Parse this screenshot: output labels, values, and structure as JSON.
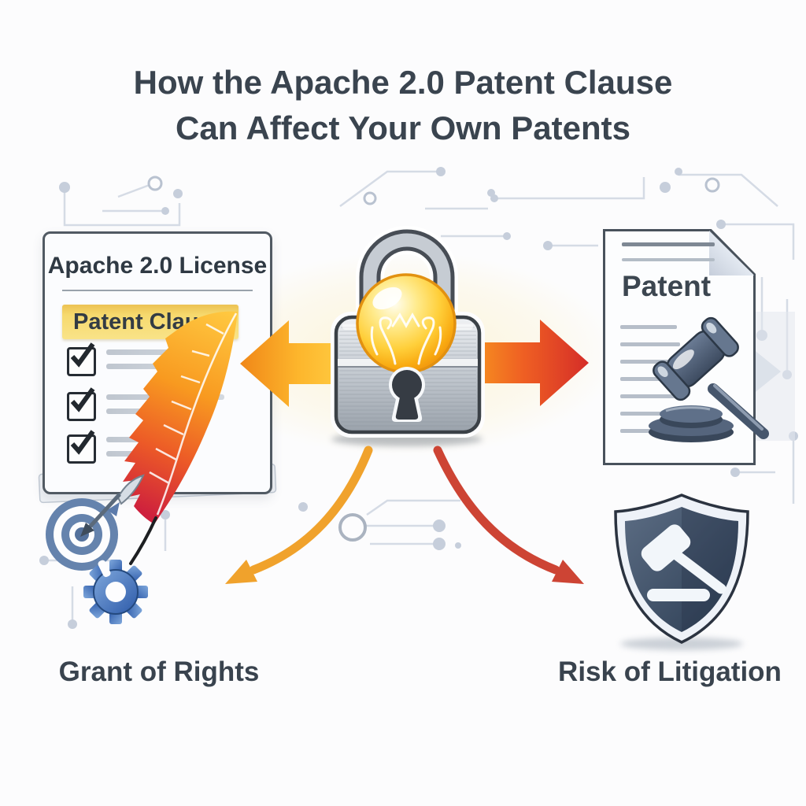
{
  "title": {
    "line1": "How the Apache 2.0 Patent Clause",
    "line2": "Can Affect Your Own Patents"
  },
  "license_card": {
    "title": "Apache 2.0 License",
    "highlight": "Patent Clause",
    "checklist_items": 3
  },
  "patent_card": {
    "title": "Patent"
  },
  "captions": {
    "left": "Grant of Rights",
    "right": "Risk of Litigation"
  },
  "icons": {
    "center": "padlock-lightbulb-icon",
    "left_document": "license-document-icon",
    "right_document": "patent-document-icon",
    "feather": "apache-feather-icon",
    "target": "target-dart-icon",
    "gear": "gear-icon",
    "shield": "shield-gavel-icon",
    "gavel": "gavel-icon"
  },
  "colors": {
    "title_text": "#3a444f",
    "highlight_bg": "#f6d96e",
    "arrow_left_gradient": [
      "#f08718",
      "#ffd84f"
    ],
    "arrow_right_gradient": [
      "#f9a21f",
      "#d52d28"
    ],
    "curved_arrow_left": "#f0a22c",
    "curved_arrow_right": "#cd4434",
    "feather_gradient": [
      "#ffc840",
      "#f89a20",
      "#ec5a27",
      "#ce203d"
    ],
    "target_blue": "#6583ad",
    "gear_blue": "#3f6cba",
    "shield_dark": "#31425a",
    "metal_gray": "#b9bfc7",
    "bulb_yellow": "#ffcf3a",
    "circuit_trace": "#d5dbe5"
  }
}
